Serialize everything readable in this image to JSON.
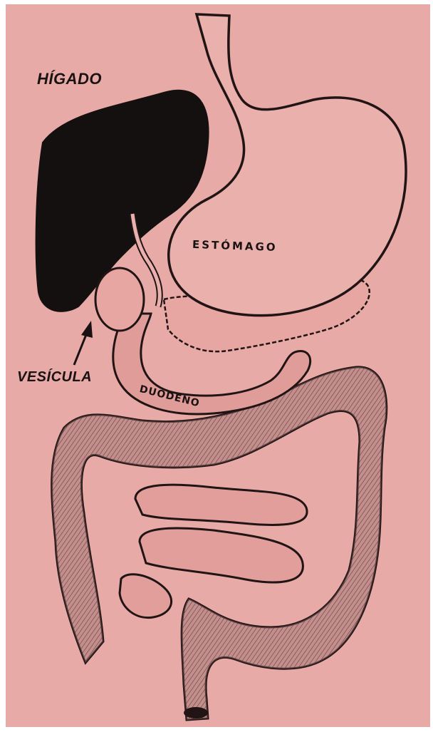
{
  "labels": {
    "liver": "HÍGADO",
    "gallbladder": "VESÍCULA",
    "stomach": "ESTÓMAGO",
    "duodenum": "DUODENO"
  },
  "colors": {
    "background": "#e8aaa6",
    "organ_fill": "#e09c98",
    "liver": "#151010",
    "outline": "#201414",
    "colon_shade": "#6e4a4c"
  }
}
